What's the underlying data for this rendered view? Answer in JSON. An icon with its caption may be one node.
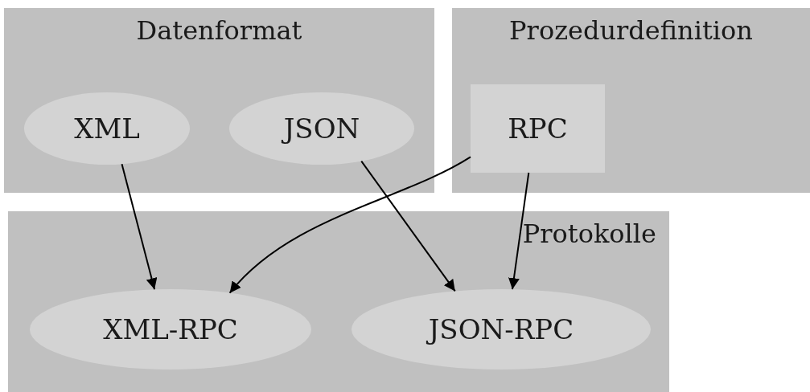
{
  "diagram": {
    "nodes": [
      {
        "text": [
          "Datenformat"
        ]
      },
      {
        "text": [
          "XML"
        ],
        "in": 0
      },
      {
        "text": [
          "JSON"
        ],
        "in": 0
      },
      {
        "text": [
          "Prozedurdefinition"
        ]
      },
      {
        "text": [
          "RPC"
        ],
        "in": 3
      },
      {
        "text": [
          "Protokolle"
        ]
      },
      {
        "text": [
          "XML-RPC"
        ],
        "in": 5
      },
      {
        "text": [
          "JSON-RPC"
        ],
        "in": 5
      }
    ],
    "edges": [
      {
        "from": 1,
        "to": 6,
        "arrow": "to"
      },
      {
        "from": 2,
        "to": 7,
        "arrow": "to"
      },
      {
        "from": 4,
        "to": 6,
        "arrow": "to"
      },
      {
        "from": 4,
        "to": 7,
        "arrow": "to"
      }
    ]
  }
}
